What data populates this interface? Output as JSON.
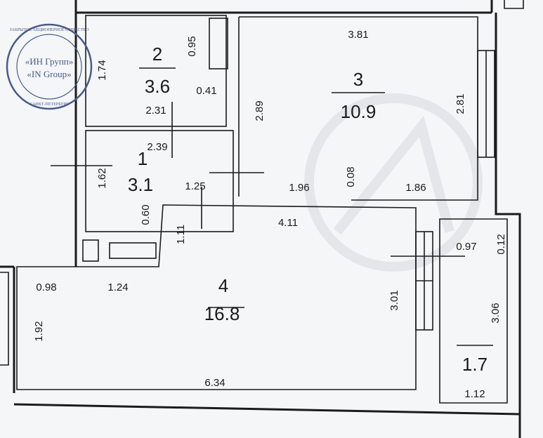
{
  "stamp": {
    "line1": "«ИН Групп»",
    "line2": "«IN Group»",
    "ring_text": "ЗАКРЫТОЕ АКЦИОНЕРНОЕ ОБЩЕСТВО",
    "city": "САНКТ-ПЕТЕРБУРГ",
    "color": "#4a5a8a"
  },
  "rooms": [
    {
      "number": "2",
      "area": "3.6"
    },
    {
      "number": "3",
      "area": "10.9"
    },
    {
      "number": "1",
      "area": "3.1"
    },
    {
      "number": "4",
      "area": "16.8"
    },
    {
      "number": "",
      "area": "1.7"
    }
  ],
  "dimensions": [
    "1.74",
    "0.95",
    "0.41",
    "2.31",
    "3.81",
    "2.89",
    "2.81",
    "1.96",
    "0.08",
    "1.86",
    "2.39",
    "1.62",
    "1.25",
    "0.60",
    "1.11",
    "4.11",
    "0.98",
    "1.24",
    "1.92",
    "6.34",
    "3.01",
    "0.97",
    "0.12",
    "3.06",
    "1.12"
  ]
}
